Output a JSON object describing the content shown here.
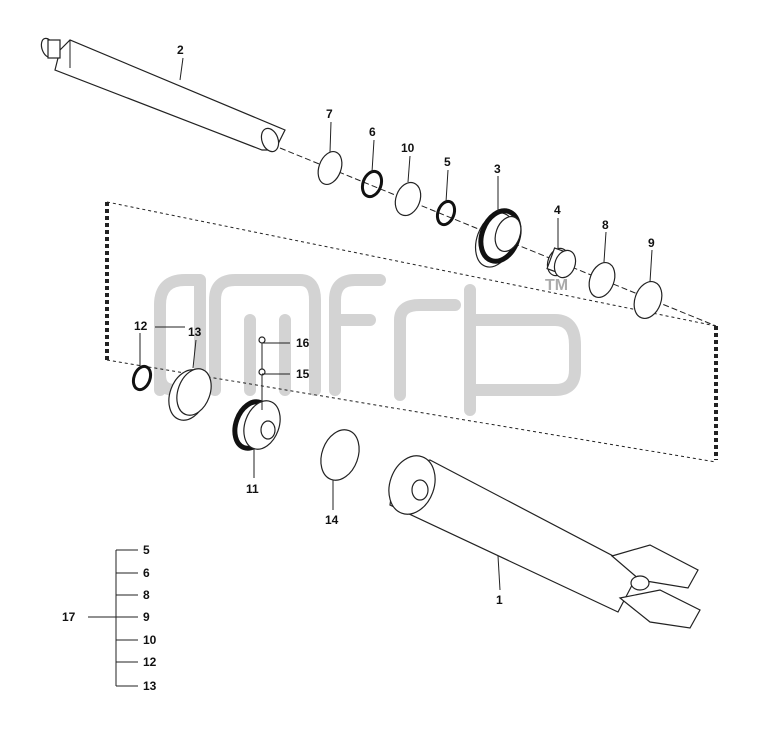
{
  "diagram": {
    "callouts": {
      "c1": "1",
      "c2": "2",
      "c3": "3",
      "c4": "4",
      "c5": "5",
      "c6": "6",
      "c7": "7",
      "c8": "8",
      "c9": "9",
      "c10": "10",
      "c11": "11",
      "c12": "12",
      "c13": "13",
      "c14": "14",
      "c15": "15",
      "c16": "16"
    },
    "kit": {
      "label": "17",
      "items": [
        "5",
        "6",
        "8",
        "9",
        "10",
        "12",
        "13"
      ]
    },
    "watermark": {
      "tm": "TM"
    },
    "colors": {
      "line": "#222222",
      "watermark": "#d3d3d3",
      "background": "#ffffff"
    }
  }
}
